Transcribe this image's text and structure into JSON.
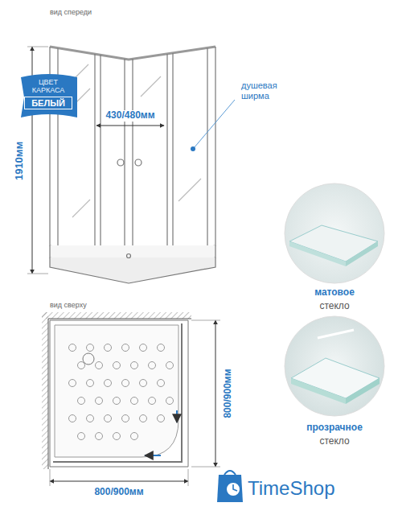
{
  "diagram": {
    "nodes": [
      {
        "text": [
          "ЦВЕТ КАРКАСА",
          "БЕЛЫЙ"
        ]
      }
    ],
    "labels": [
      "вид спереди",
      "1910мм",
      "430/480мм",
      "душевая ширма",
      "матовое",
      "стекло",
      "прозрачное",
      "стекло",
      "вид сверху",
      "800/900мм",
      "800/900мм",
      "TimeShop"
    ]
  }
}
